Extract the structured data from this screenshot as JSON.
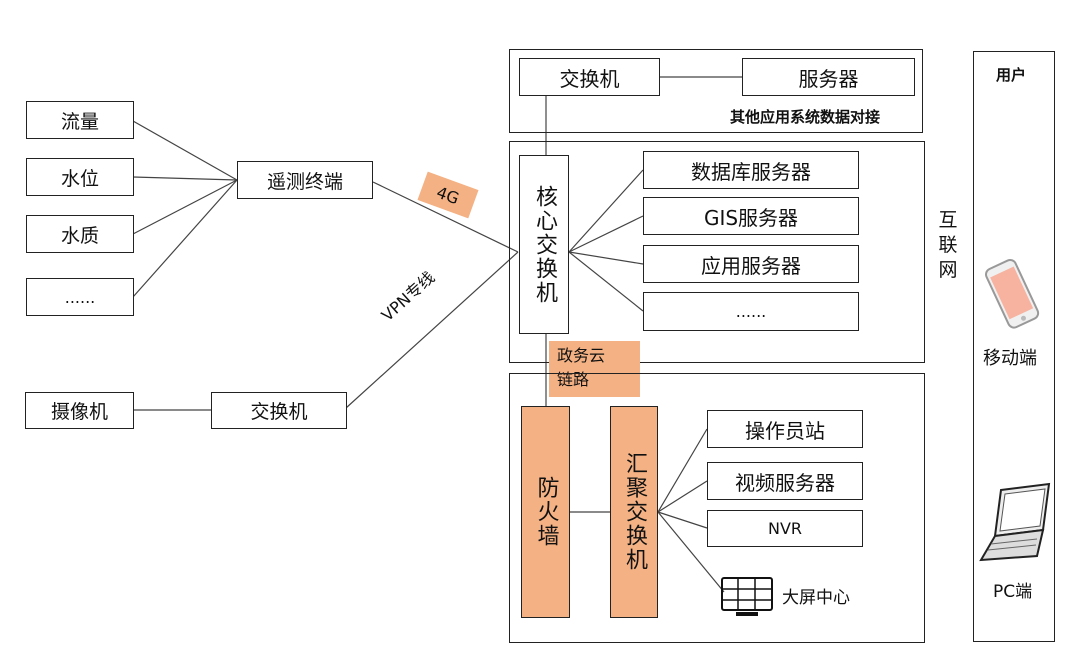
{
  "sensors": [
    "流量",
    "水位",
    "水质",
    "......"
  ],
  "terminal": "遥测终端",
  "camera": "摄像机",
  "left_switch": "交换机",
  "link_4g": "4G",
  "link_vpn": "VPN专线",
  "top_block": {
    "switch": "交换机",
    "server": "服务器",
    "caption": "其他应用系统数据对接"
  },
  "core_switch": "核心交换机",
  "servers": [
    "数据库服务器",
    "GIS服务器",
    "应用服务器",
    "......"
  ],
  "cloud_link": "政务云\n链路",
  "firewall": "防火墙",
  "agg_switch": "汇聚交换机",
  "bottom_nodes": [
    "操作员站",
    "视频服务器",
    "NVR"
  ],
  "screen_center": "大屏中心",
  "internet": "互联网",
  "user_panel": {
    "title": "用户",
    "mobile": "移动端",
    "pc": "PC端"
  },
  "colors": {
    "accent": "#f4b183",
    "line": "#444444"
  }
}
